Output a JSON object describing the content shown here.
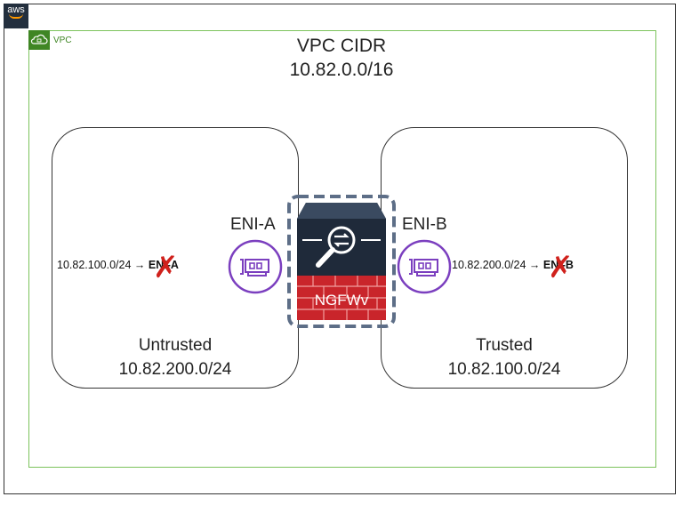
{
  "logo": {
    "text": "aws"
  },
  "vpc": {
    "badge_label": "VPC",
    "title_line1": "VPC CIDR",
    "title_line2": "10.82.0.0/16"
  },
  "untrusted": {
    "name": "Untrusted",
    "cidr": "10.82.200.0/24",
    "route_dest": "10.82.100.0/24",
    "route_target": "ENI-A"
  },
  "trusted": {
    "name": "Trusted",
    "cidr": "10.82.100.0/24",
    "route_dest": "10.82.200.0/24",
    "route_target": "ENI-B"
  },
  "eni_a": {
    "label": "ENI-A"
  },
  "eni_b": {
    "label": "ENI-B"
  },
  "firewall": {
    "label": "NGFWv"
  },
  "colors": {
    "vpc_border": "#7cc35c",
    "vpc_badge": "#3f8624",
    "eni_ring": "#7b3fbf",
    "x_mark": "#d0211c",
    "firewall_body": "#1f2a3a",
    "firewall_brick": "#c9252b"
  }
}
